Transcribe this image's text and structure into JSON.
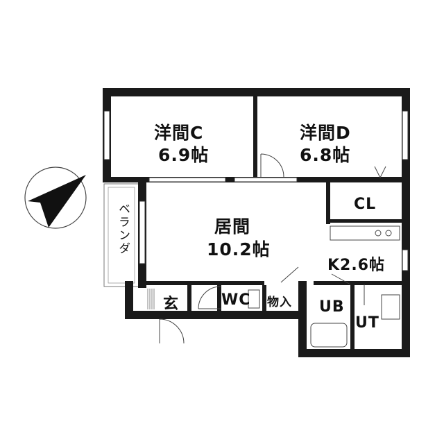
{
  "rooms": {
    "western_c": {
      "name": "洋間C",
      "size": "6.9帖"
    },
    "western_d": {
      "name": "洋間D",
      "size": "6.8帖"
    },
    "living": {
      "name": "居間",
      "size": "10.2帖"
    },
    "kitchen": {
      "label": "K2.6帖"
    },
    "closet": {
      "label": "CL"
    },
    "entrance": {
      "label": "玄"
    },
    "toilet": {
      "label": "WC"
    },
    "storage": {
      "label": "物入"
    },
    "bath": {
      "label": "UB"
    },
    "utility": {
      "label": "UT"
    },
    "veranda": {
      "label": "ベランダ"
    }
  },
  "colors": {
    "wall": "#1a1a1a",
    "line": "#555555",
    "floor": "#ffffff"
  },
  "icons": {
    "north_arrow": "north-arrow-icon"
  }
}
